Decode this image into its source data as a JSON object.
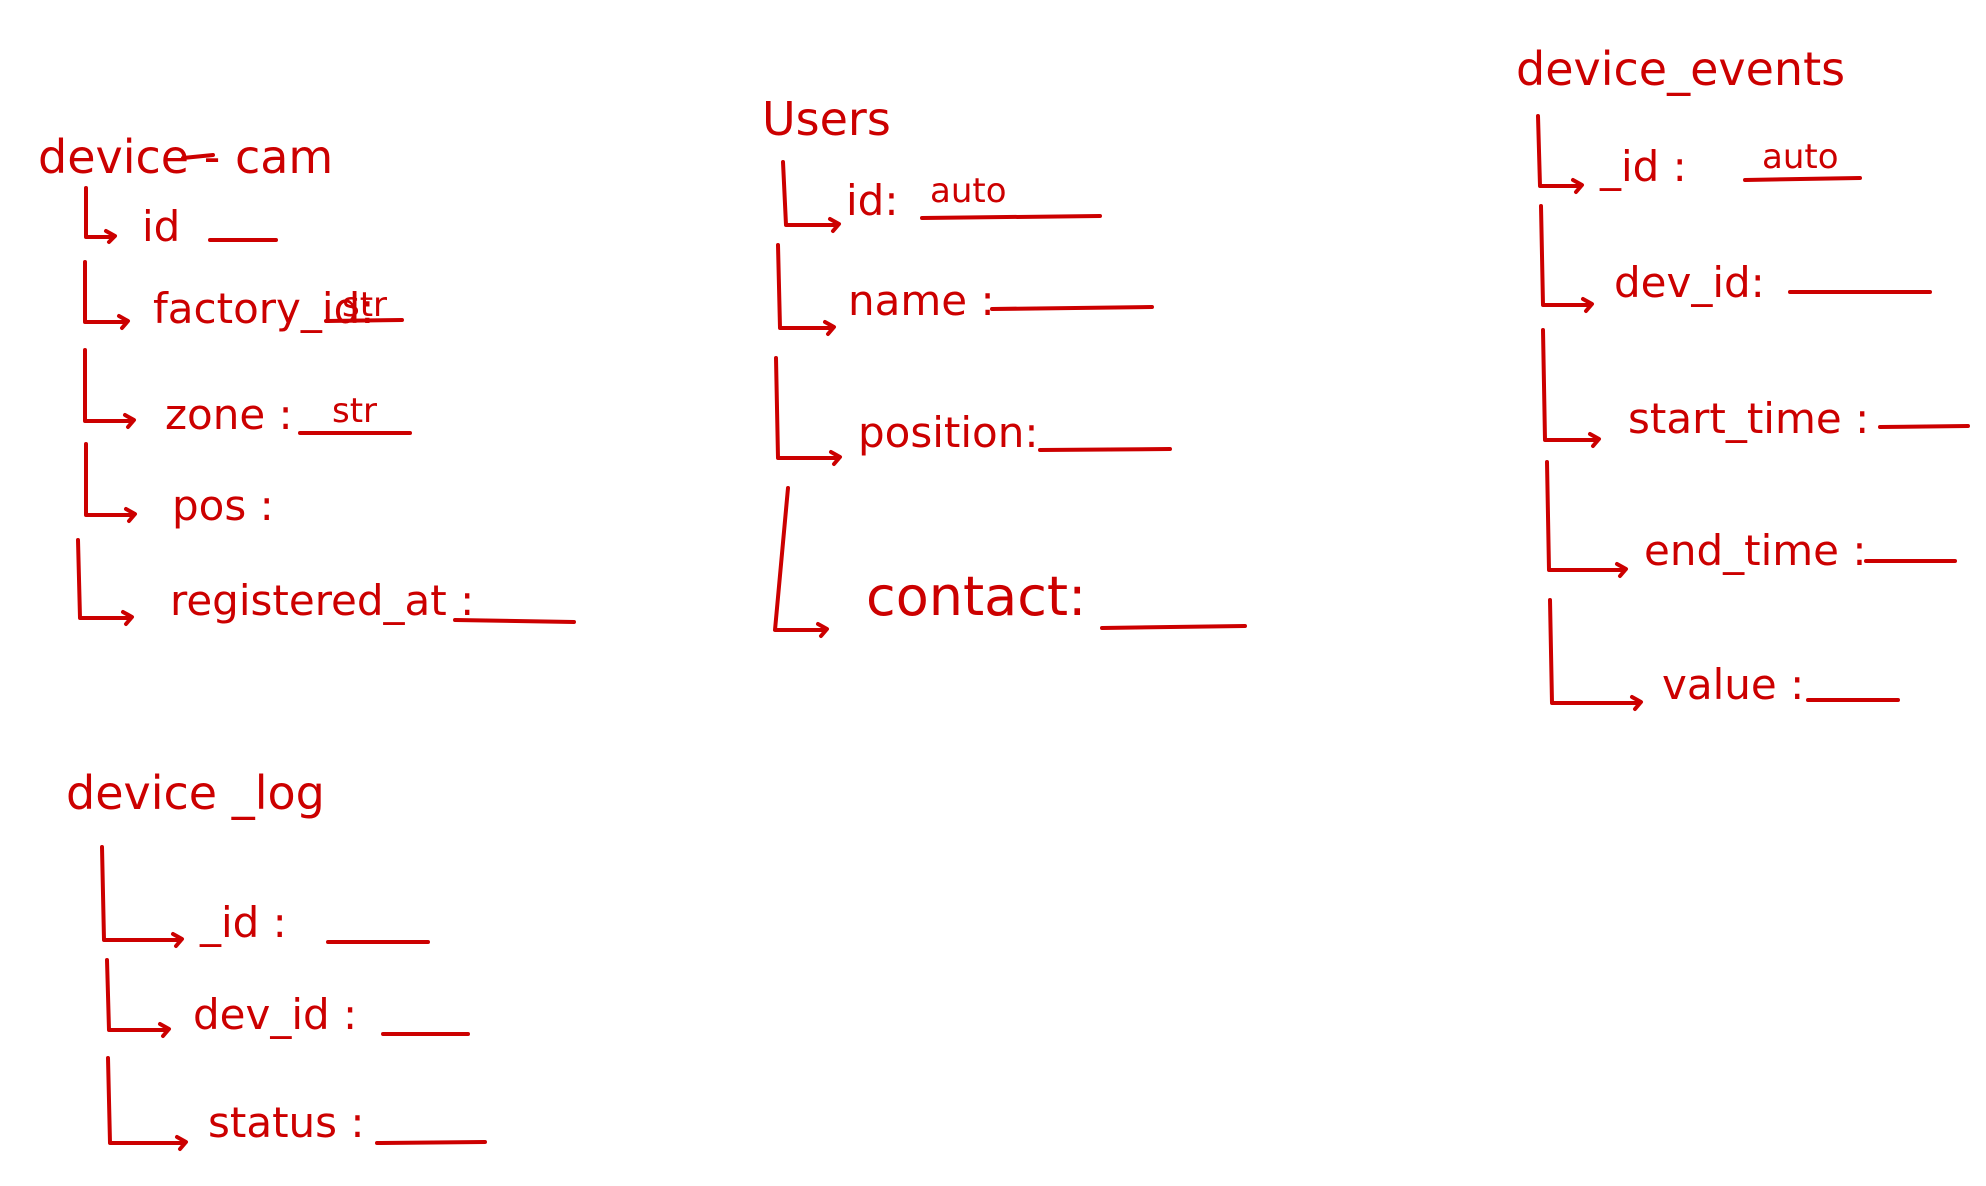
{
  "ink_color": "#cc0000",
  "background": "#ffffff",
  "entities": [
    {
      "key": "device_cam",
      "title": "device - cam",
      "fields": [
        {
          "name": "id",
          "value": ""
        },
        {
          "name": "factory_id:",
          "value": "str"
        },
        {
          "name": "zone :",
          "value": "str"
        },
        {
          "name": "pos :",
          "value": ""
        },
        {
          "name": "registered_at :",
          "value": ""
        }
      ]
    },
    {
      "key": "users",
      "title": "Users",
      "fields": [
        {
          "name": "id:",
          "value": "auto"
        },
        {
          "name": "name :",
          "value": ""
        },
        {
          "name": "position:",
          "value": ""
        },
        {
          "name": "contact:",
          "value": ""
        }
      ]
    },
    {
      "key": "device_events",
      "title": "device_events",
      "fields": [
        {
          "name": "_id :",
          "value": "auto"
        },
        {
          "name": "dev_id:",
          "value": ""
        },
        {
          "name": "start_time :",
          "value": ""
        },
        {
          "name": "end_time :",
          "value": ""
        },
        {
          "name": "value :",
          "value": ""
        }
      ]
    },
    {
      "key": "device_log",
      "title": "device _log",
      "fields": [
        {
          "name": "_id :",
          "value": ""
        },
        {
          "name": "dev_id :",
          "value": ""
        },
        {
          "name": "status :",
          "value": ""
        }
      ]
    }
  ]
}
